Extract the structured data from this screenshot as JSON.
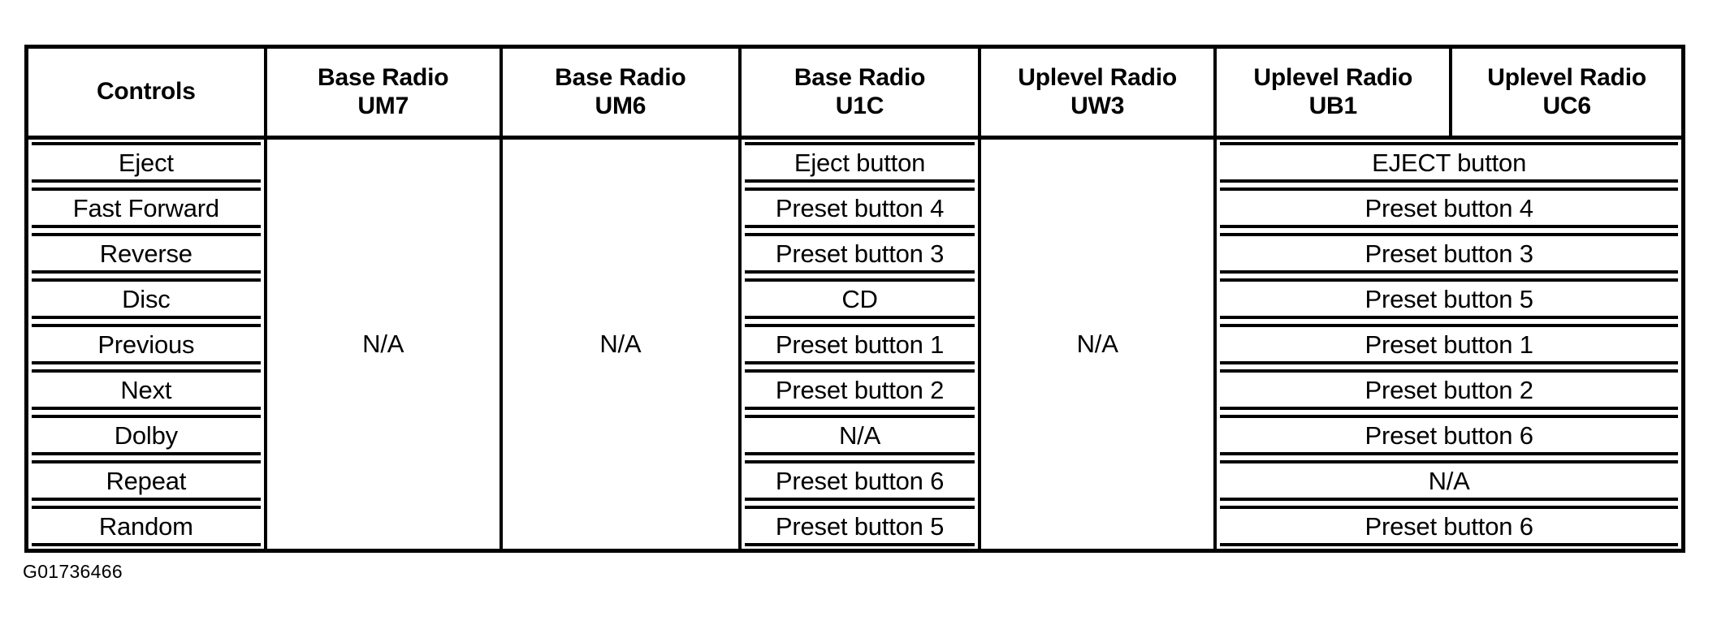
{
  "document": {
    "caption": "G01736466"
  },
  "table": {
    "headers": [
      {
        "line1": "Controls",
        "line2": ""
      },
      {
        "line1": "Base Radio",
        "line2": "UM7"
      },
      {
        "line1": "Base Radio",
        "line2": "UM6"
      },
      {
        "line1": "Base Radio",
        "line2": "U1C"
      },
      {
        "line1": "Uplevel Radio",
        "line2": "UW3"
      },
      {
        "line1": "Uplevel Radio",
        "line2": "UB1"
      },
      {
        "line1": "Uplevel Radio",
        "line2": "UC6"
      }
    ],
    "merged_values": {
      "um7": "N/A",
      "um6": "N/A",
      "uw3": "N/A"
    },
    "rows": [
      {
        "control": "Eject",
        "u1c": "Eject button",
        "ub1_uc6": "EJECT button"
      },
      {
        "control": "Fast Forward",
        "u1c": "Preset button 4",
        "ub1_uc6": "Preset button 4"
      },
      {
        "control": "Reverse",
        "u1c": "Preset button 3",
        "ub1_uc6": "Preset button 3"
      },
      {
        "control": "Disc",
        "u1c": "CD",
        "ub1_uc6": "Preset button 5"
      },
      {
        "control": "Previous",
        "u1c": "Preset button 1",
        "ub1_uc6": "Preset button 1"
      },
      {
        "control": "Next",
        "u1c": "Preset button 2",
        "ub1_uc6": "Preset button 2"
      },
      {
        "control": "Dolby",
        "u1c": "N/A",
        "ub1_uc6": "Preset button 6"
      },
      {
        "control": "Repeat",
        "u1c": "Preset button 6",
        "ub1_uc6": "N/A"
      },
      {
        "control": "Random",
        "u1c": "Preset button 5",
        "ub1_uc6": "Preset button 6"
      }
    ]
  }
}
